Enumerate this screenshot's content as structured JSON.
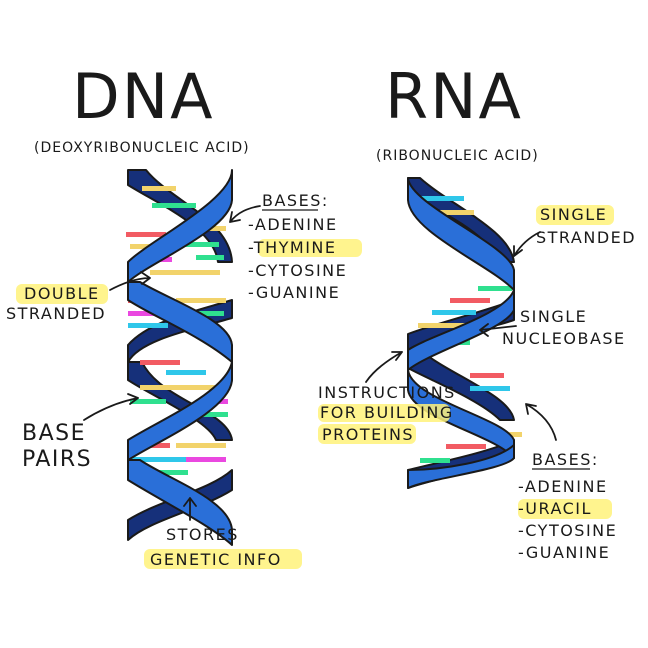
{
  "colors": {
    "strand_dark": "#16307a",
    "strand_light": "#2a6fd8",
    "adenine": "#f2d36b",
    "thymine": "#f25b63",
    "cytosine": "#2fe08f",
    "guanine": "#2fc7ea",
    "magenta": "#ea48e0",
    "highlight": "#fff27a"
  },
  "dna": {
    "title": "DNA",
    "subtitle": "(DEOXYRIBONUCLEIC ACID)",
    "bases_heading": "BASES:",
    "bases": [
      "-ADENINE",
      "-THYMINE",
      "-CYTOSINE",
      "-GUANINE"
    ],
    "double_line1": "DOUBLE",
    "double_line2": "STRANDED",
    "base_pairs_line1": "BASE",
    "base_pairs_line2": "PAIRS",
    "stores_line1": "STORES",
    "stores_line2": "GENETIC INFO"
  },
  "rna": {
    "title": "RNA",
    "subtitle": "(RIBONUCLEIC ACID)",
    "single_line1": "SINGLE",
    "single_line2": "STRANDED",
    "nucleobase_line1": "SINGLE",
    "nucleobase_line2": "NUCLEOBASE",
    "instructions_line1": "INSTRUCTIONS",
    "instructions_line2": "FOR BUILDING",
    "instructions_line3": "PROTEINS",
    "bases_heading": "BASES:",
    "bases": [
      "-ADENINE",
      "-URACIL",
      "-CYTOSINE",
      "-GUANINE"
    ]
  }
}
